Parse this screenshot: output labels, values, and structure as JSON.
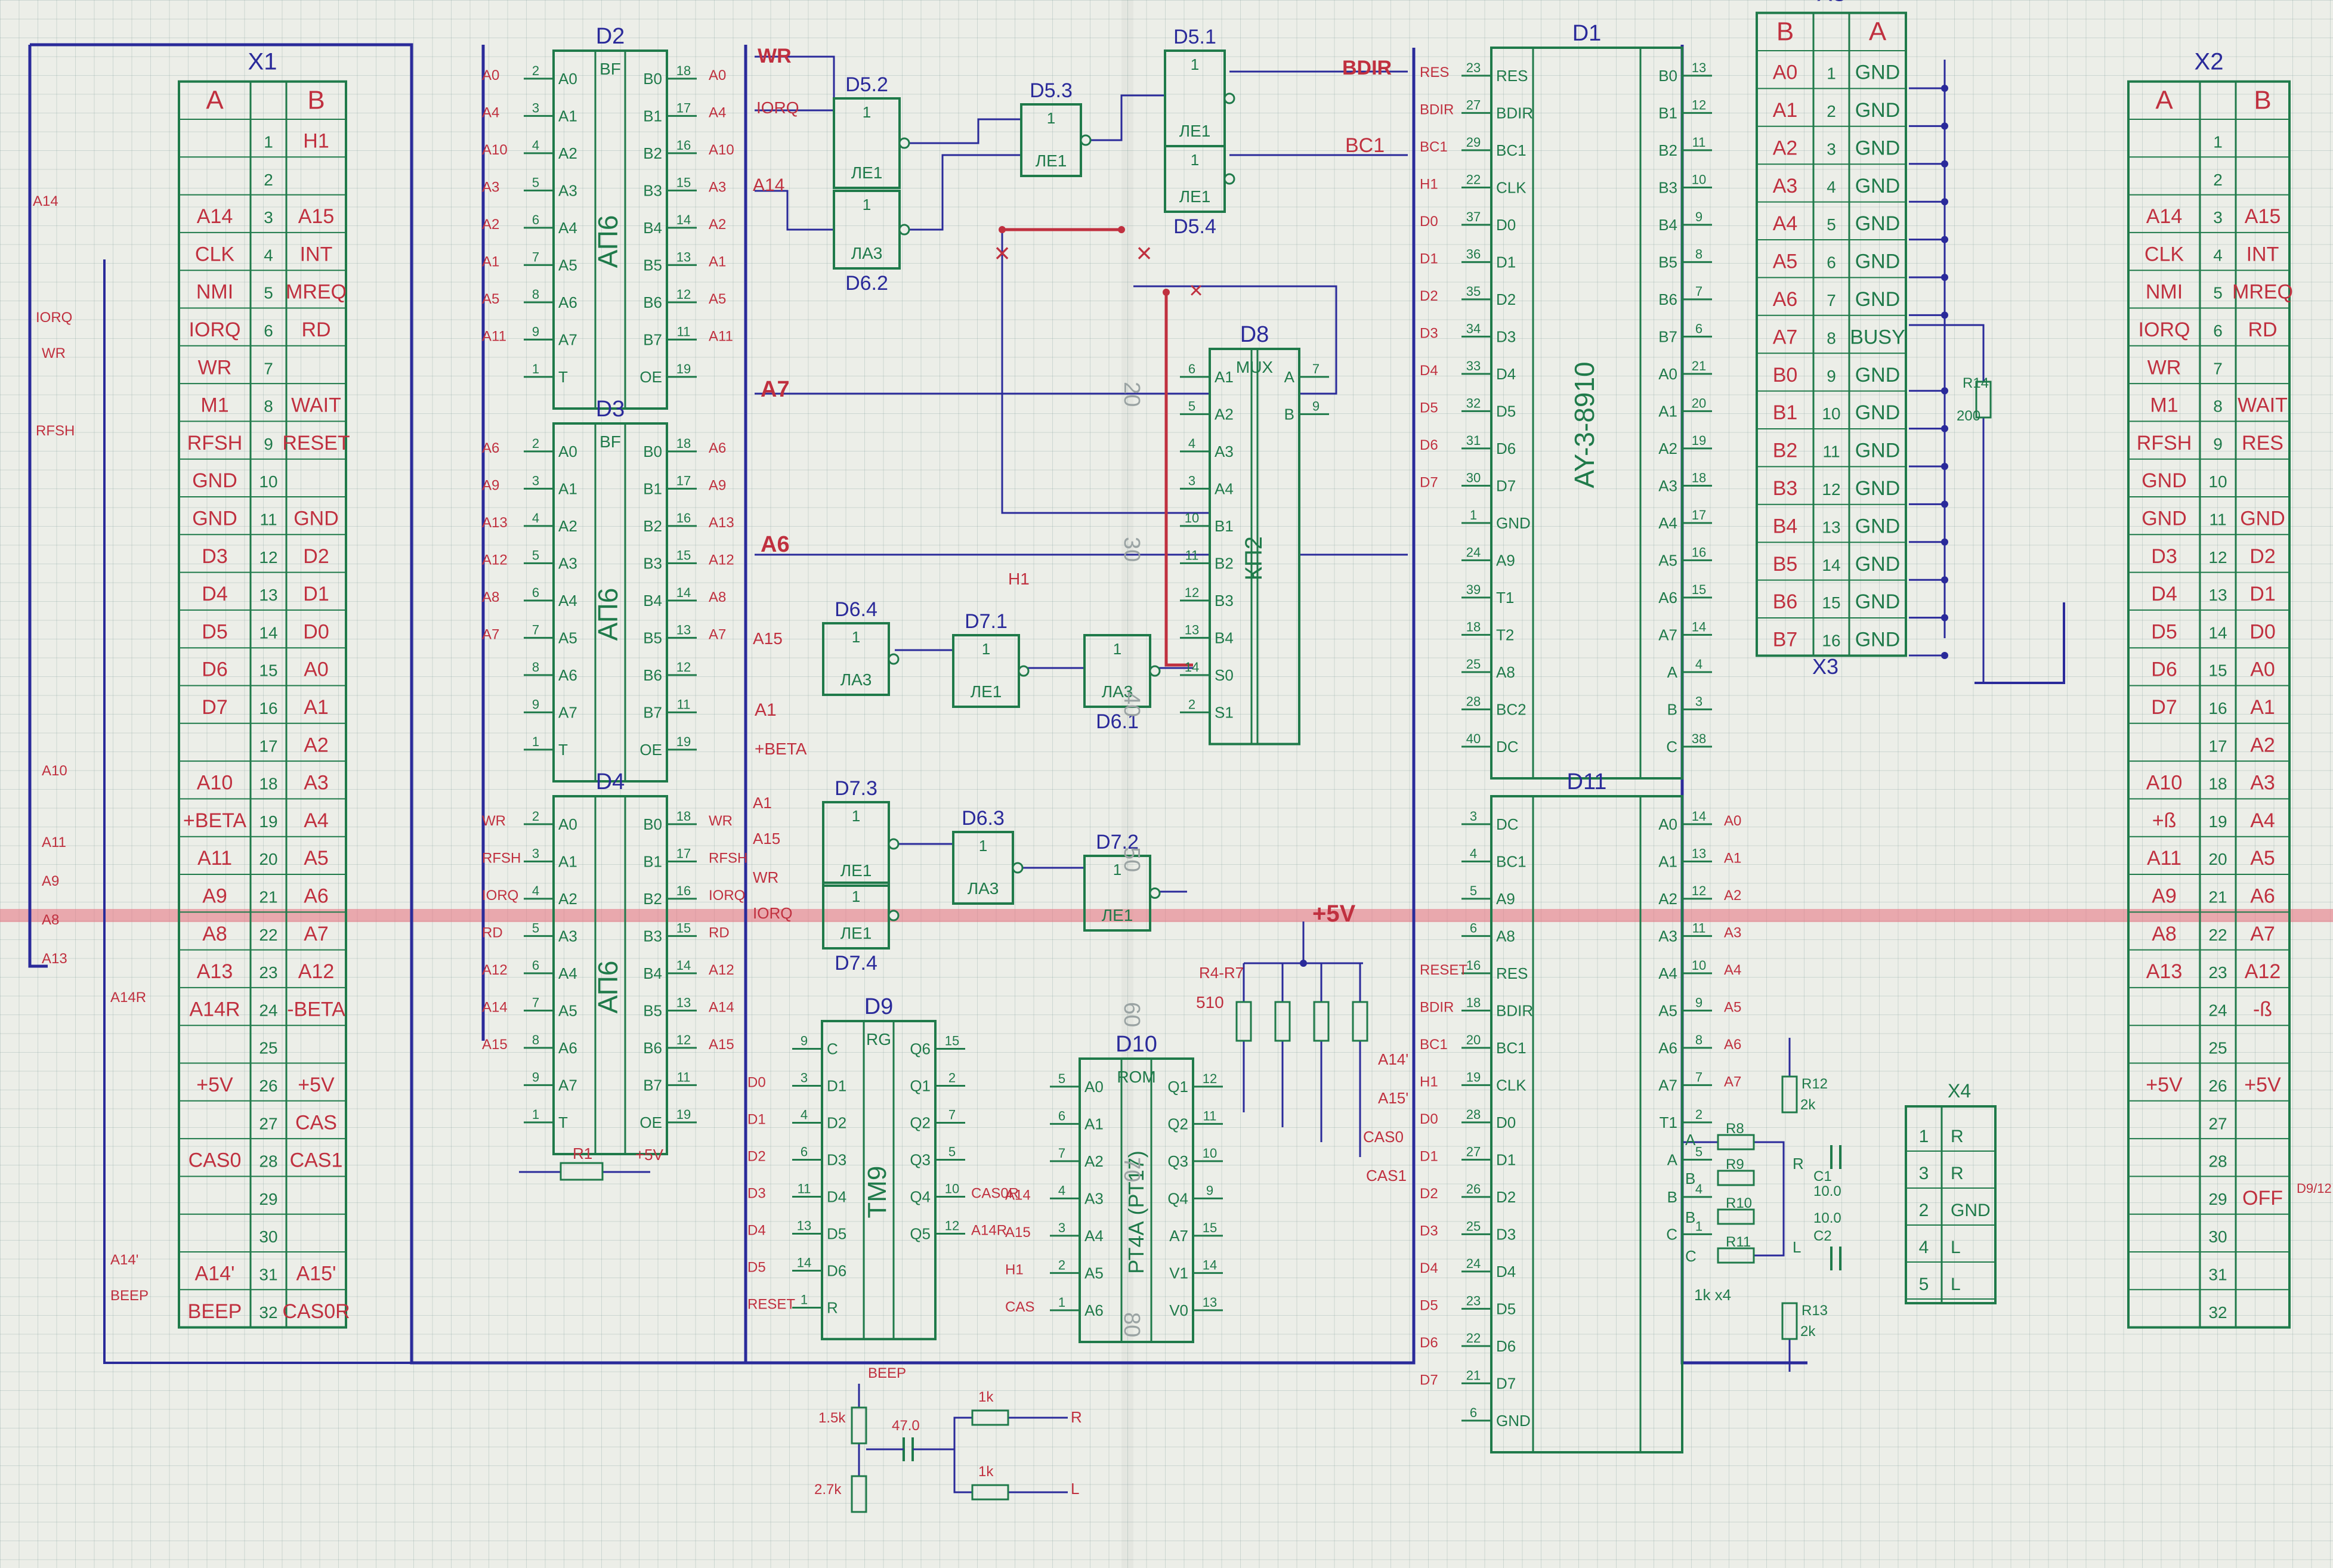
{
  "colors": {
    "blue": "#2a2a9a",
    "green": "#1f7a4a",
    "red": "#c0303f",
    "pink": "#e8707c",
    "ink": "#3a3a6a"
  },
  "x1": {
    "title": "X1",
    "col_a": "A",
    "col_b": "B",
    "rows": [
      {
        "n": "1",
        "a": "",
        "b": "H1"
      },
      {
        "n": "2",
        "a": "",
        "b": ""
      },
      {
        "n": "3",
        "a": "A14",
        "b": "A15"
      },
      {
        "n": "4",
        "a": "CLK",
        "b": "INT"
      },
      {
        "n": "5",
        "a": "NMI",
        "b": "MREQ"
      },
      {
        "n": "6",
        "a": "IORQ",
        "b": "RD"
      },
      {
        "n": "7",
        "a": "WR",
        "b": ""
      },
      {
        "n": "8",
        "a": "M1",
        "b": "WAIT"
      },
      {
        "n": "9",
        "a": "RFSH",
        "b": "RESET"
      },
      {
        "n": "10",
        "a": "GND",
        "b": ""
      },
      {
        "n": "11",
        "a": "GND",
        "b": "GND"
      },
      {
        "n": "12",
        "a": "D3",
        "b": "D2"
      },
      {
        "n": "13",
        "a": "D4",
        "b": "D1"
      },
      {
        "n": "14",
        "a": "D5",
        "b": "D0"
      },
      {
        "n": "15",
        "a": "D6",
        "b": "A0"
      },
      {
        "n": "16",
        "a": "D7",
        "b": "A1"
      },
      {
        "n": "17",
        "a": "",
        "b": "A2"
      },
      {
        "n": "18",
        "a": "A10",
        "b": "A3"
      },
      {
        "n": "19",
        "a": "+BETA",
        "b": "A4"
      },
      {
        "n": "20",
        "a": "A11",
        "b": "A5"
      },
      {
        "n": "21",
        "a": "A9",
        "b": "A6"
      },
      {
        "n": "22",
        "a": "A8",
        "b": "A7"
      },
      {
        "n": "23",
        "a": "A13",
        "b": "A12"
      },
      {
        "n": "24",
        "a": "A14R",
        "b": "-BETA"
      },
      {
        "n": "25",
        "a": "",
        "b": ""
      },
      {
        "n": "26",
        "a": "+5V",
        "b": "+5V"
      },
      {
        "n": "27",
        "a": "",
        "b": "CAS"
      },
      {
        "n": "28",
        "a": "CAS0",
        "b": "CAS1"
      },
      {
        "n": "29",
        "a": "",
        "b": ""
      },
      {
        "n": "30",
        "a": "",
        "b": ""
      },
      {
        "n": "31",
        "a": "A14'",
        "b": "A15'"
      },
      {
        "n": "32",
        "a": "BEEP",
        "b": "CAS0R"
      }
    ]
  },
  "x2": {
    "title": "X2",
    "col_a": "A",
    "col_b": "B",
    "rows": [
      {
        "n": "1",
        "a": "",
        "b": ""
      },
      {
        "n": "2",
        "a": "",
        "b": ""
      },
      {
        "n": "3",
        "a": "A14",
        "b": "A15"
      },
      {
        "n": "4",
        "a": "CLK",
        "b": "INT"
      },
      {
        "n": "5",
        "a": "NMI",
        "b": "MREQ"
      },
      {
        "n": "6",
        "a": "IORQ",
        "b": "RD"
      },
      {
        "n": "7",
        "a": "WR",
        "b": ""
      },
      {
        "n": "8",
        "a": "M1",
        "b": "WAIT"
      },
      {
        "n": "9",
        "a": "RFSH",
        "b": "RES"
      },
      {
        "n": "10",
        "a": "GND",
        "b": ""
      },
      {
        "n": "11",
        "a": "GND",
        "b": "GND"
      },
      {
        "n": "12",
        "a": "D3",
        "b": "D2"
      },
      {
        "n": "13",
        "a": "D4",
        "b": "D1"
      },
      {
        "n": "14",
        "a": "D5",
        "b": "D0"
      },
      {
        "n": "15",
        "a": "D6",
        "b": "A0"
      },
      {
        "n": "16",
        "a": "D7",
        "b": "A1"
      },
      {
        "n": "17",
        "a": "",
        "b": "A2"
      },
      {
        "n": "18",
        "a": "A10",
        "b": "A3"
      },
      {
        "n": "19",
        "a": "+ß",
        "b": "A4"
      },
      {
        "n": "20",
        "a": "A11",
        "b": "A5"
      },
      {
        "n": "21",
        "a": "A9",
        "b": "A6"
      },
      {
        "n": "22",
        "a": "A8",
        "b": "A7"
      },
      {
        "n": "23",
        "a": "A13",
        "b": "A12"
      },
      {
        "n": "24",
        "a": "",
        "b": "-ß"
      },
      {
        "n": "25",
        "a": "",
        "b": ""
      },
      {
        "n": "26",
        "a": "+5V",
        "b": "+5V"
      },
      {
        "n": "27",
        "a": "",
        "b": ""
      },
      {
        "n": "28",
        "a": "",
        "b": ""
      },
      {
        "n": "29",
        "a": "",
        "b": "OFF"
      },
      {
        "n": "30",
        "a": "",
        "b": ""
      },
      {
        "n": "31",
        "a": "",
        "b": ""
      },
      {
        "n": "32",
        "a": "",
        "b": ""
      }
    ],
    "note": "D9/12"
  },
  "x3": {
    "title": "X3",
    "col_b": "B",
    "col_a": "A",
    "rows": [
      {
        "n": "1",
        "b": "A0",
        "a": "GND"
      },
      {
        "n": "2",
        "b": "A1",
        "a": "GND"
      },
      {
        "n": "3",
        "b": "A2",
        "a": "GND"
      },
      {
        "n": "4",
        "b": "A3",
        "a": "GND"
      },
      {
        "n": "5",
        "b": "A4",
        "a": "GND"
      },
      {
        "n": "6",
        "b": "A5",
        "a": "GND"
      },
      {
        "n": "7",
        "b": "A6",
        "a": "GND"
      },
      {
        "n": "8",
        "b": "A7",
        "a": "BUSY"
      },
      {
        "n": "9",
        "b": "B0",
        "a": "GND"
      },
      {
        "n": "10",
        "b": "B1",
        "a": "GND"
      },
      {
        "n": "11",
        "b": "B2",
        "a": "GND"
      },
      {
        "n": "12",
        "b": "B3",
        "a": "GND"
      },
      {
        "n": "13",
        "b": "B4",
        "a": "GND"
      },
      {
        "n": "14",
        "b": "B5",
        "a": "GND"
      },
      {
        "n": "15",
        "b": "B6",
        "a": "GND"
      },
      {
        "n": "16",
        "b": "B7",
        "a": "GND"
      }
    ],
    "r14": "R14",
    "r14_val": "200"
  },
  "x4": {
    "title": "X4",
    "rows": [
      {
        "n": "1",
        "s": "R"
      },
      {
        "n": "3",
        "s": "R"
      },
      {
        "n": "2",
        "s": "GND"
      },
      {
        "n": "4",
        "s": "L"
      },
      {
        "n": "5",
        "s": "L"
      }
    ]
  },
  "chips": {
    "d2": {
      "name": "D2",
      "type": "АП6",
      "tag": "BF",
      "left_pins": [
        "2",
        "3",
        "4",
        "5",
        "6",
        "7",
        "8",
        "9",
        "1"
      ],
      "left_labels": [
        "A0",
        "A1",
        "A2",
        "A3",
        "A4",
        "A5",
        "A6",
        "A7",
        "T"
      ],
      "left_sigs": [
        "A0",
        "A4",
        "A10",
        "A3",
        "A2",
        "A1",
        "A5",
        "A11",
        ""
      ],
      "right_pins": [
        "18",
        "17",
        "16",
        "15",
        "14",
        "13",
        "12",
        "11",
        "19"
      ],
      "right_labels": [
        "B0",
        "B1",
        "B2",
        "B3",
        "B4",
        "B5",
        "B6",
        "B7",
        "OE"
      ],
      "right_sigs": [
        "A0",
        "A4",
        "A10",
        "A3",
        "A2",
        "A1",
        "A5",
        "A11",
        ""
      ]
    },
    "d3": {
      "name": "D3",
      "type": "АП6",
      "tag": "BF",
      "left_pins": [
        "2",
        "3",
        "4",
        "5",
        "6",
        "7",
        "8",
        "9",
        "1"
      ],
      "left_labels": [
        "A0",
        "A1",
        "A2",
        "A3",
        "A4",
        "A5",
        "A6",
        "A7",
        "T"
      ],
      "left_sigs": [
        "A6",
        "A9",
        "A13",
        "A12",
        "A8",
        "A7",
        "",
        "",
        ""
      ],
      "right_pins": [
        "18",
        "17",
        "16",
        "15",
        "14",
        "13",
        "12",
        "11",
        "19"
      ],
      "right_labels": [
        "B0",
        "B1",
        "B2",
        "B3",
        "B4",
        "B5",
        "B6",
        "B7",
        "OE"
      ],
      "right_sigs": [
        "A6",
        "A9",
        "A13",
        "A12",
        "A8",
        "A7",
        "",
        "",
        ""
      ]
    },
    "d4": {
      "name": "D4",
      "type": "АП6",
      "tag": "",
      "left_pins": [
        "2",
        "3",
        "4",
        "5",
        "6",
        "7",
        "8",
        "9",
        "1"
      ],
      "left_labels": [
        "A0",
        "A1",
        "A2",
        "A3",
        "A4",
        "A5",
        "A6",
        "A7",
        "T"
      ],
      "left_sigs": [
        "WR",
        "RFSH",
        "IORQ",
        "RD",
        "A12",
        "A14",
        "A15",
        "",
        ""
      ],
      "right_pins": [
        "18",
        "17",
        "16",
        "15",
        "14",
        "13",
        "12",
        "11",
        "19"
      ],
      "right_labels": [
        "B0",
        "B1",
        "B2",
        "B3",
        "B4",
        "B5",
        "B6",
        "B7",
        "OE"
      ],
      "right_sigs": [
        "WR",
        "RFSH",
        "IORQ",
        "RD",
        "A12",
        "A14",
        "A15",
        "",
        ""
      ]
    },
    "d9": {
      "name": "D9",
      "type": "ТМ9",
      "tag": "RG",
      "left_labels": [
        "C",
        "D1",
        "D2",
        "D3",
        "D4",
        "D5",
        "D6",
        "R"
      ],
      "left_pins": [
        "9",
        "3",
        "4",
        "6",
        "11",
        "13",
        "14",
        "1"
      ],
      "left_sigs": [
        "",
        "D0",
        "D1",
        "D2",
        "D3",
        "D4",
        "D5",
        "RESET"
      ],
      "right_labels": [
        "Q6",
        "Q1",
        "Q2",
        "Q3",
        "Q4",
        "Q5"
      ],
      "right_pins": [
        "15",
        "2",
        "7",
        "5",
        "10",
        "12"
      ],
      "right_sigs": [
        "",
        "",
        "",
        "",
        "CAS0R",
        "A14R"
      ]
    },
    "d10": {
      "name": "D10",
      "type": "РТ4А (РТ17)",
      "left_labels": [
        "A0",
        "A1",
        "A2",
        "A3",
        "A4",
        "A5",
        "A6"
      ],
      "left_pins": [
        "5",
        "6",
        "7",
        "4",
        "3",
        "2",
        "1"
      ],
      "left_sigs": [
        "",
        "",
        "",
        "A14",
        "A15",
        "H1",
        "CAS"
      ],
      "right_labels": [
        "Q1",
        "Q2",
        "Q3",
        "Q4",
        "A7",
        "V1",
        "V0"
      ],
      "right_pins": [
        "12",
        "11",
        "10",
        "9",
        "15",
        "14",
        "13"
      ],
      "tag": "ROM"
    },
    "d8": {
      "name": "D8",
      "type": "КП2",
      "tag": "MUX",
      "left_labels": [
        "A1",
        "A2",
        "A3",
        "A4",
        "B1",
        "B2",
        "B3",
        "B4",
        "S0",
        "S1"
      ],
      "left_pins": [
        "6",
        "5",
        "4",
        "3",
        "10",
        "11",
        "12",
        "13",
        "14",
        "2"
      ],
      "right_labels": [
        "A",
        "B"
      ],
      "right_pins": [
        "7",
        "9"
      ]
    },
    "d1": {
      "name": "D1",
      "type": "AY-3-8910",
      "left_labels": [
        "RES",
        "BDIR",
        "BC1",
        "CLK",
        "D0",
        "D1",
        "D2",
        "D3",
        "D4",
        "D5",
        "D6",
        "D7",
        "GND",
        "A9",
        "T1",
        "T2",
        "A8",
        "BC2",
        "DC"
      ],
      "left_pins": [
        "23",
        "27",
        "29",
        "22",
        "37",
        "36",
        "35",
        "34",
        "33",
        "32",
        "31",
        "30",
        "1",
        "24",
        "39",
        "18",
        "25",
        "28",
        "40"
      ],
      "left_sigs": [
        "RES",
        "BDIR",
        "BC1",
        "H1",
        "D0",
        "D1",
        "D2",
        "D3",
        "D4",
        "D5",
        "D6",
        "D7",
        "",
        "",
        "",
        "",
        "",
        "",
        ""
      ],
      "right_labels": [
        "B0",
        "B1",
        "B2",
        "B3",
        "B4",
        "B5",
        "B6",
        "B7",
        "A0",
        "A1",
        "A2",
        "A3",
        "A4",
        "A5",
        "A6",
        "A7",
        "A",
        "B",
        "C"
      ],
      "right_pins": [
        "13",
        "12",
        "11",
        "10",
        "9",
        "8",
        "7",
        "6",
        "21",
        "20",
        "19",
        "18",
        "17",
        "16",
        "15",
        "14",
        "4",
        "3",
        "38"
      ]
    },
    "d1b": {
      "name": "D11",
      "type": "",
      "left_labels": [
        "DC",
        "BC1",
        "A9",
        "A8",
        "RES",
        "BDIR",
        "BC1",
        "CLK",
        "D0",
        "D1",
        "D2",
        "D3",
        "D4",
        "D5",
        "D6",
        "D7",
        "GND"
      ],
      "left_pins": [
        "3",
        "4",
        "5",
        "6",
        "16",
        "18",
        "20",
        "19",
        "28",
        "27",
        "26",
        "25",
        "24",
        "23",
        "22",
        "21",
        "6"
      ],
      "left_sigs": [
        "",
        "",
        "",
        "",
        "RESET",
        "BDIR",
        "BC1",
        "H1",
        "D0",
        "D1",
        "D2",
        "D3",
        "D4",
        "D5",
        "D6",
        "D7",
        ""
      ],
      "right_labels": [
        "A0",
        "A1",
        "A2",
        "A3",
        "A4",
        "A5",
        "A6",
        "A7",
        "T1",
        "A",
        "B",
        "C"
      ],
      "right_pins": [
        "14",
        "13",
        "12",
        "11",
        "10",
        "9",
        "8",
        "7",
        "2",
        "5",
        "4",
        "1"
      ],
      "right_sigs": [
        "A0",
        "A1",
        "A2",
        "A3",
        "A4",
        "A5",
        "A6",
        "A7",
        "",
        "",
        "",
        ""
      ]
    }
  },
  "gates": [
    {
      "id": "D5.2",
      "fn": "ЛЕ1"
    },
    {
      "id": "D6.2",
      "fn": "ЛА3"
    },
    {
      "id": "D5.3",
      "fn": "ЛЕ1"
    },
    {
      "id": "D5.1",
      "fn": "ЛЕ1"
    },
    {
      "id": "D5.4",
      "fn": "ЛЕ1"
    },
    {
      "id": "D6.4",
      "fn": "ЛА3"
    },
    {
      "id": "D7.1",
      "fn": "ЛЕ1"
    },
    {
      "id": "D6.1",
      "fn": "ЛА3"
    },
    {
      "id": "D7.3",
      "fn": "ЛЕ1"
    },
    {
      "id": "D7.4",
      "fn": "ЛЕ1"
    },
    {
      "id": "D6.3",
      "fn": "ЛА3"
    },
    {
      "id": "D7.2",
      "fn": "ЛЕ1"
    }
  ],
  "signals": {
    "wr": "WR",
    "iorq": "IORQ",
    "a14": "A14",
    "bdir": "BDIR",
    "bc1": "BC1",
    "a7": "A7",
    "a6": "A6",
    "a15": "A15",
    "a1": "A1",
    "beta": "+BETA",
    "h1": "H1",
    "resetb": "RESET",
    "plus5v": "+5V",
    "beep": "BEEP",
    "r_out": "R",
    "l_out": "L",
    "cas0": "CAS0",
    "cas1": "CAS1",
    "a14p": "A14'",
    "a15p": "A15'"
  },
  "resistors": {
    "r1": "R1",
    "r4_7": "R4-R7",
    "r4_7_val": "510",
    "r8": "R8",
    "r9": "R9",
    "r10": "R10",
    "r11": "R11",
    "rx4": "1k x4",
    "r12": "R12",
    "r12_val": "2k",
    "r13": "R13",
    "r13_val": "2k",
    "beep_r1": "1.5k",
    "beep_r2": "2.7k",
    "beep_c": "47.0",
    "beep_r3": "1k",
    "beep_r4": "1k"
  },
  "caps": {
    "c1": "C1",
    "c1_val": "10.0",
    "c2": "C2",
    "c2_val": "10.0"
  },
  "ruler": [
    "20",
    "30",
    "40",
    "50",
    "60",
    "70",
    "80"
  ]
}
